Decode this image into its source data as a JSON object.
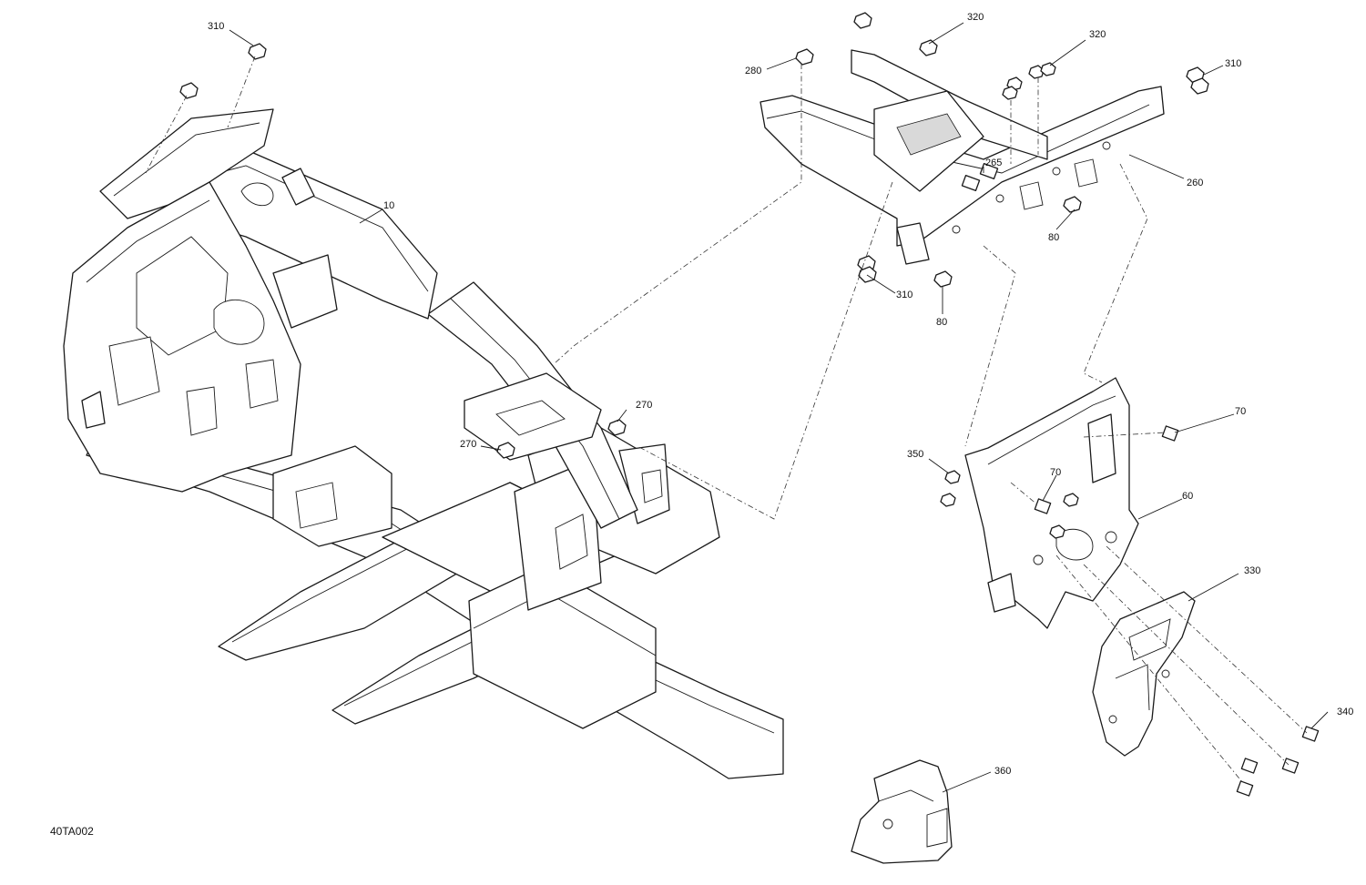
{
  "figure_id": "40TA002",
  "callouts": [
    {
      "id": "c310a",
      "label": "310"
    },
    {
      "id": "c10",
      "label": "10"
    },
    {
      "id": "c280",
      "label": "280"
    },
    {
      "id": "c320a",
      "label": "320"
    },
    {
      "id": "c320b",
      "label": "320"
    },
    {
      "id": "c310b",
      "label": "310"
    },
    {
      "id": "c265",
      "label": "265"
    },
    {
      "id": "c260",
      "label": "260"
    },
    {
      "id": "c80a",
      "label": "80"
    },
    {
      "id": "c310c",
      "label": "310"
    },
    {
      "id": "c80b",
      "label": "80"
    },
    {
      "id": "c270a",
      "label": "270"
    },
    {
      "id": "c270b",
      "label": "270"
    },
    {
      "id": "c70a",
      "label": "70"
    },
    {
      "id": "c350",
      "label": "350"
    },
    {
      "id": "c70b",
      "label": "70"
    },
    {
      "id": "c60",
      "label": "60"
    },
    {
      "id": "c330",
      "label": "330"
    },
    {
      "id": "c340",
      "label": "340"
    },
    {
      "id": "c360",
      "label": "360"
    }
  ]
}
